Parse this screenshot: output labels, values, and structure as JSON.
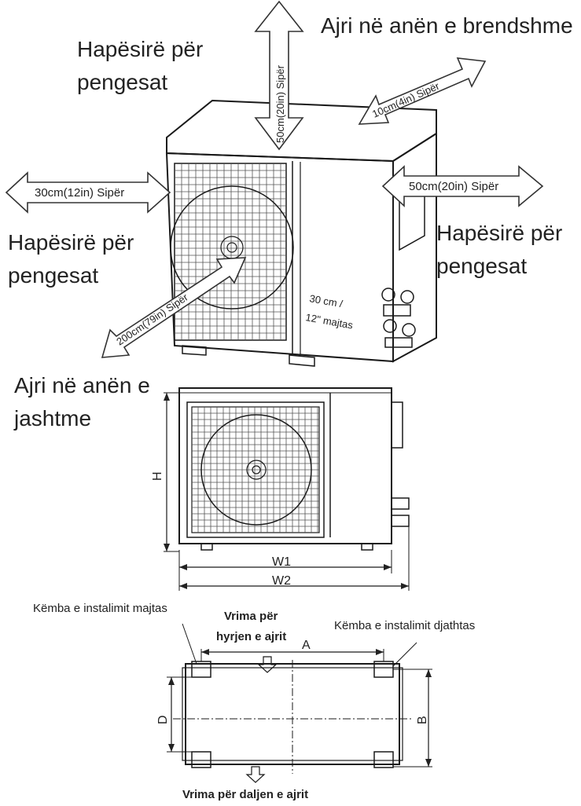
{
  "labels": {
    "air_indoor": "Ajri në anën e brendshme",
    "obstacle_space_top_l1": "Hapësirë për",
    "obstacle_space_top_l2": "pengesat",
    "obstacle_space_left_l1": "Hapësirë për",
    "obstacle_space_left_l2": "pengesat",
    "obstacle_space_right_l1": "Hapësirë për",
    "obstacle_space_right_l2": "pengesat",
    "air_outdoor_l1": "Ajri në anën e",
    "air_outdoor_l2": "jashtme"
  },
  "clearances": {
    "top": "50cm(20in) Sipër",
    "back": "10cm(4in) Sipër",
    "right": "50cm(20in) Sipër",
    "left": "30cm(12in) Sipër",
    "front": "200cm(79in) Sipër",
    "side_l1": "30 cm /",
    "side_l2": "12\" majtas"
  },
  "dimensions": {
    "height": "H",
    "width1": "W1",
    "width2": "W2",
    "a": "A",
    "b": "B",
    "d": "D"
  },
  "footprint": {
    "left_foot": "Këmba e instalimit majtas",
    "right_foot": "Këmba e instalimit djathtas",
    "air_inlet_l1": "Vrima për",
    "air_inlet_l2": "hyrjen e ajrit",
    "air_outlet": "Vrima për daljen e ajrit"
  }
}
